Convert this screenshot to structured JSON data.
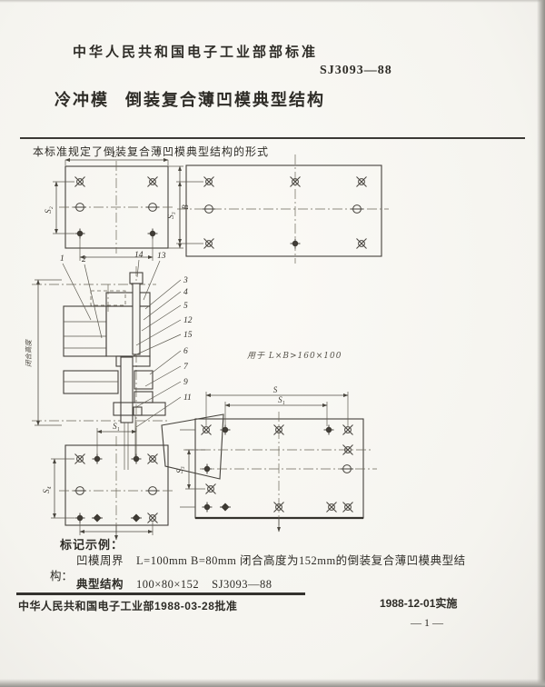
{
  "header": {
    "authority": "中华人民共和国电子工业部部标准",
    "standard_no": "SJ3093—88",
    "title_part1": "冷冲模",
    "title_part2": "倒装复合薄凹模典型结构"
  },
  "scope": "本标准规定了倒装复合薄凹模典型结构的形式",
  "drawings": {
    "top_left_plan": {
      "dim_top": "L",
      "dim_left": "S₂",
      "dim_right": "B"
    },
    "top_right_plan": {
      "dim_left": "S₃"
    },
    "section": {
      "callouts_top": [
        "1",
        "2",
        "14",
        "13"
      ],
      "callouts_right": [
        "3",
        "4",
        "5",
        "12",
        "15",
        "6",
        "7",
        "9",
        "11"
      ],
      "dim_height_label": "闭合高度"
    },
    "note": "用于 L×B>160×100",
    "bottom_left_plan": {
      "dim_top": "S₁",
      "dim_left": "S₄"
    },
    "bottom_right_plan": {
      "dim_top_outer": "S",
      "dim_top_inner": "S₁",
      "dim_left": "S₃"
    }
  },
  "marking": {
    "heading": "标记示例：",
    "term": "凹模周界",
    "line1": "L=100mm B=80mm 闭合高度为152mm的倒装复合薄凹模典型结",
    "line1_cont": "构：",
    "term2": "典型结构",
    "value2": "100×80×152",
    "std_ref": "SJ3093—88"
  },
  "footer": {
    "approval": "中华人民共和国电子工业部1988-03-28批准",
    "implementation": "1988-12-01实施",
    "page_no": "— 1 —"
  }
}
